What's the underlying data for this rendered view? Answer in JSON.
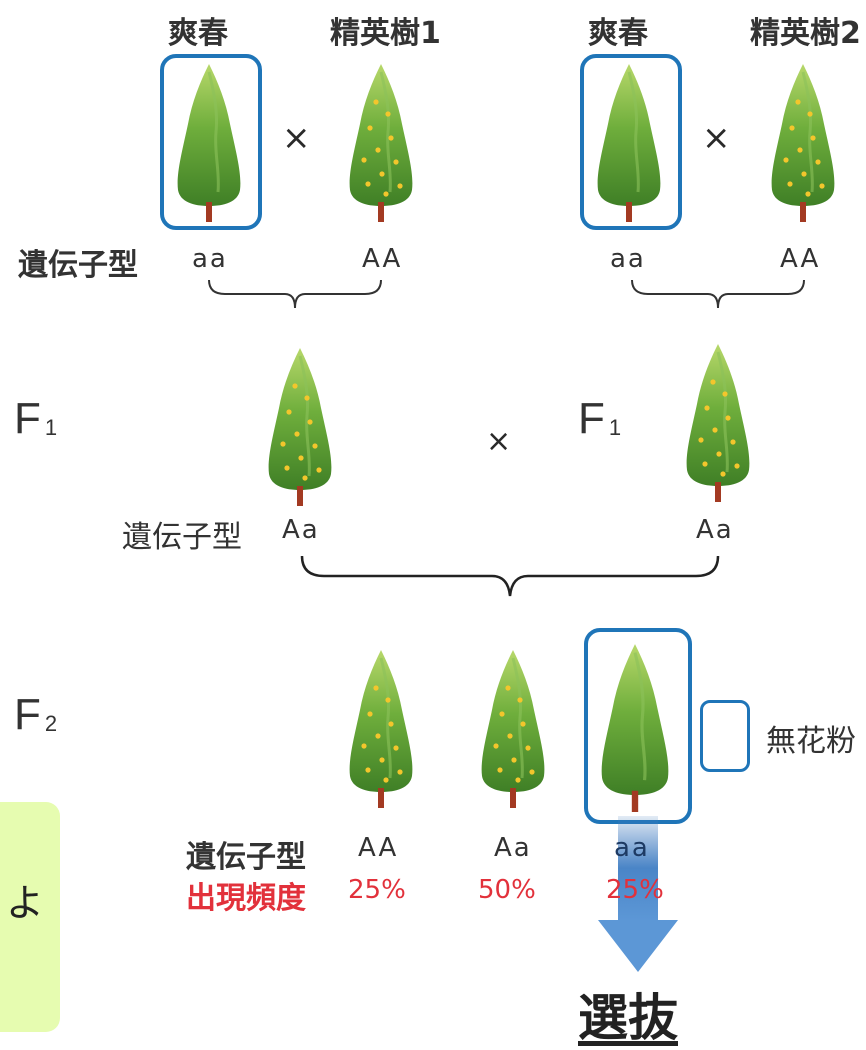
{
  "parents": {
    "pair1": {
      "left_name": "爽春",
      "right_name": "精英樹1",
      "left_genotype": "aa",
      "right_genotype": "AA"
    },
    "pair2": {
      "left_name": "爽春",
      "right_name": "精英樹2",
      "left_genotype": "aa",
      "right_genotype": "AA"
    },
    "genotype_label": "遺伝子型",
    "cross_symbol": "×"
  },
  "f1": {
    "label": "F",
    "label_sub": "1",
    "genotype_label": "遺伝子型",
    "left_genotype": "Aa",
    "right_genotype": "Aa",
    "cross_symbol": "×"
  },
  "f2": {
    "label": "F",
    "label_sub": "2",
    "genotype_label": "遺伝子型",
    "frequency_label": "出現頻度",
    "offspring": [
      {
        "genotype": "AA",
        "frequency": "25%"
      },
      {
        "genotype": "Aa",
        "frequency": "50%"
      },
      {
        "genotype": "aa",
        "frequency": "25%"
      }
    ],
    "legend_label": "無花粉",
    "selection_label": "選抜"
  },
  "side_note": {
    "text": "よ"
  },
  "colors": {
    "selection_border": "#1f75b8",
    "frequency_text": "#e2313b",
    "note_bg": "#e6fcb0",
    "arrow": "#5a8fcb"
  }
}
